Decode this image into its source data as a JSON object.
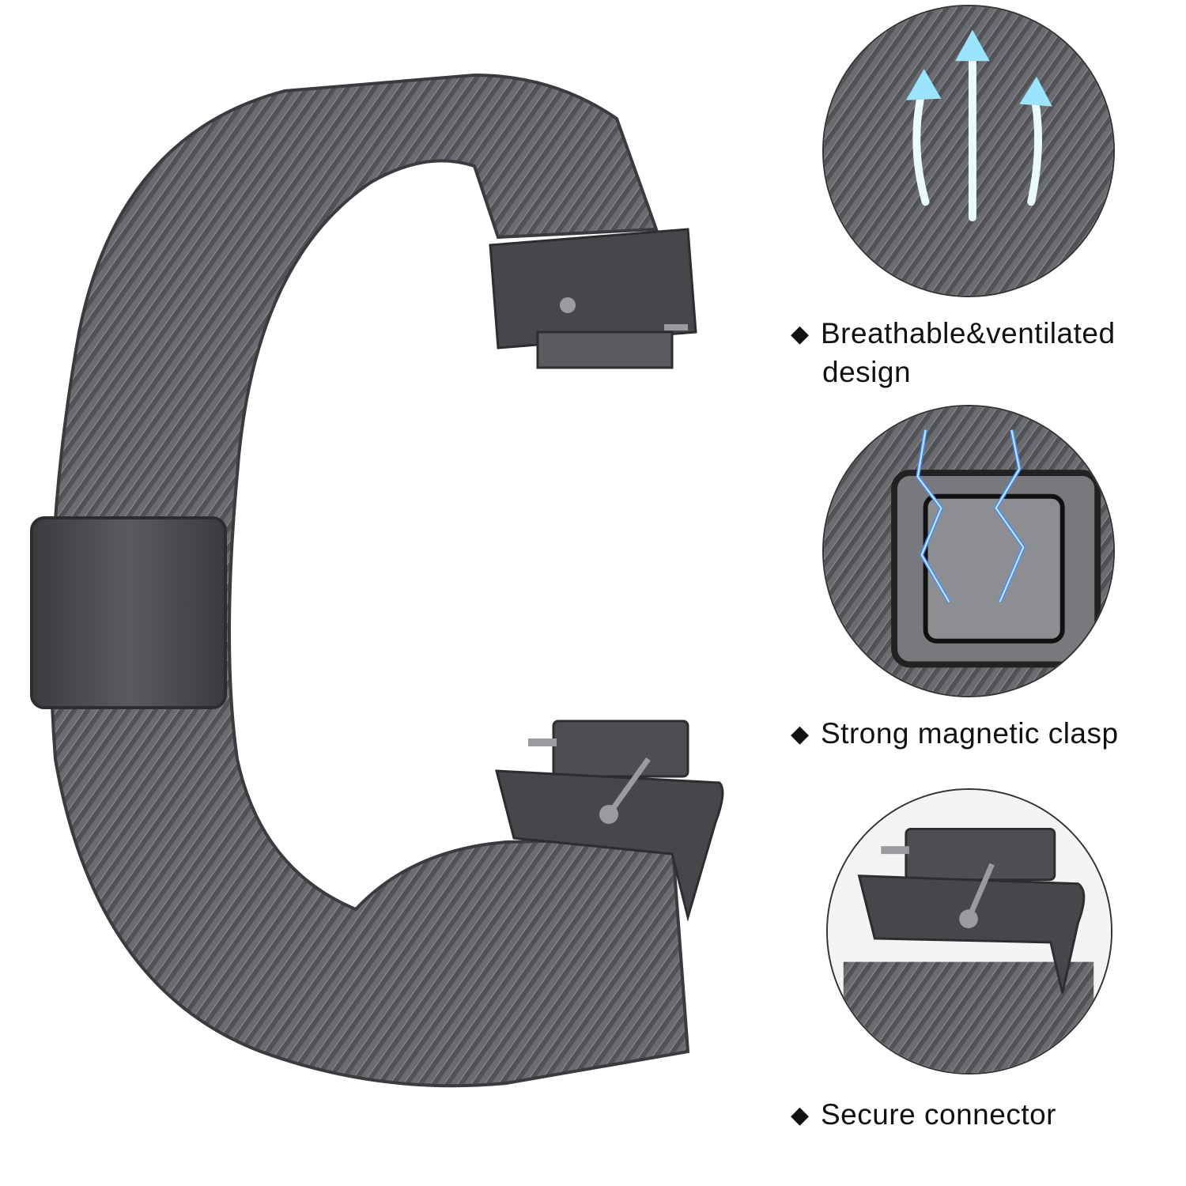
{
  "features": [
    {
      "line1": "Breathable&ventilated",
      "line2": "design",
      "icon": "airflow-arrows-icon"
    },
    {
      "line1": "Strong magnetic clasp",
      "line2": "",
      "icon": "lightning-icon"
    },
    {
      "line1": "Secure connector",
      "line2": "",
      "icon": "connector-pin-icon"
    }
  ],
  "bullet": "◆",
  "colors": {
    "mesh": "#5f6163",
    "mesh_dark": "#3c3d3f",
    "metal": "#4a4b4e",
    "arrow": "#9be4ff",
    "bolt": "#3f8fff"
  }
}
